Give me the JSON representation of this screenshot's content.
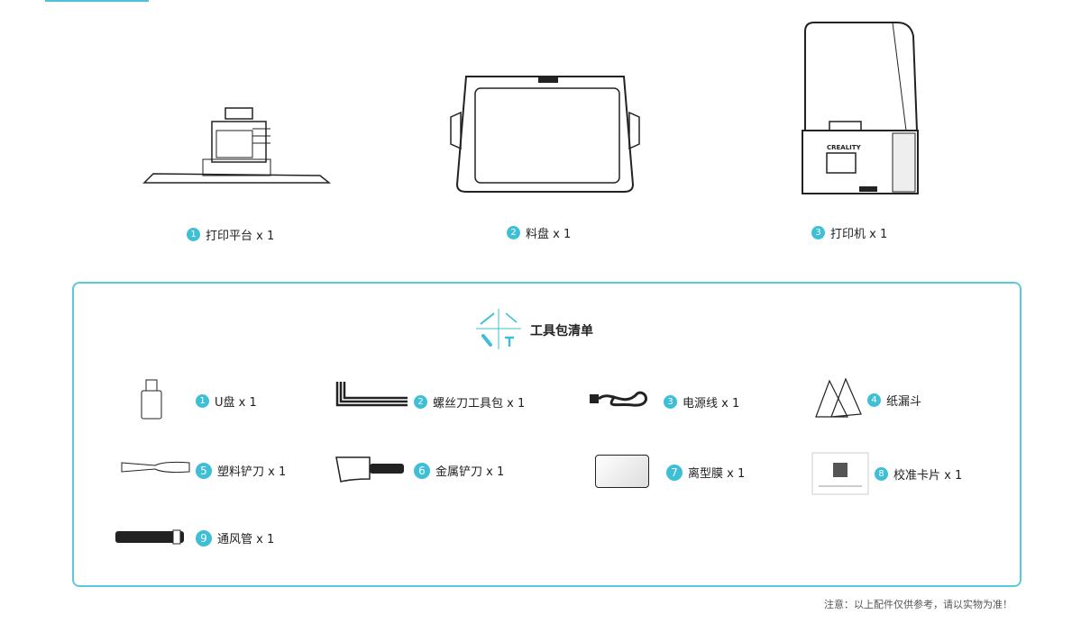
{
  "main_items": [
    {
      "num": "1",
      "label": "打印平台 x 1"
    },
    {
      "num": "2",
      "label": "料盘 x 1"
    },
    {
      "num": "3",
      "label": "打印机 x 1"
    }
  ],
  "printer_logo": "CREALITY",
  "toolkit": {
    "title": "工具包清单",
    "items": [
      {
        "num": "1",
        "label": "U盘 x 1"
      },
      {
        "num": "2",
        "label": "螺丝刀工具包 x 1"
      },
      {
        "num": "3",
        "label": "电源线 x 1"
      },
      {
        "num": "4",
        "label": "纸漏斗"
      },
      {
        "num": "5",
        "label": "塑料铲刀 x 1"
      },
      {
        "num": "6",
        "label": "金属铲刀 x 1"
      },
      {
        "num": "7",
        "label": "离型膜 x 1"
      },
      {
        "num": "8",
        "label": "校准卡片 x 1"
      },
      {
        "num": "9",
        "label": "通风管 x 1"
      }
    ]
  },
  "footer_note": "注意：以上配件仅供参考，请以实物为准！",
  "colors": {
    "accent": "#3fbfd6"
  }
}
